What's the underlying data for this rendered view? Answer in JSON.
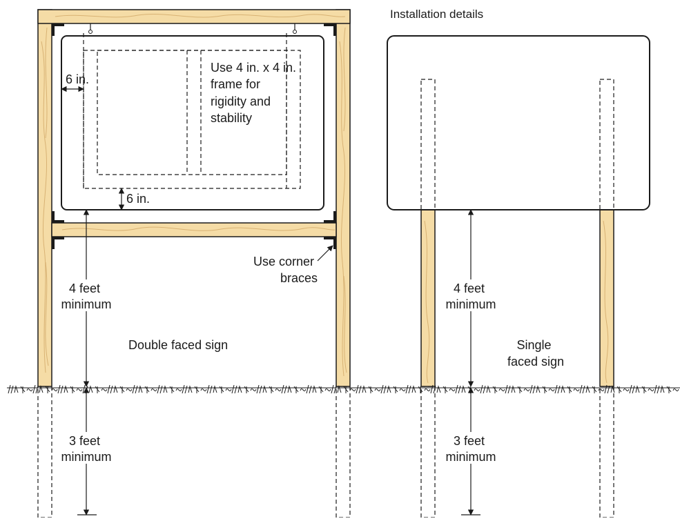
{
  "title": "Installation details",
  "double_sign": {
    "caption": "Double faced sign",
    "side_offset": "6 in.",
    "bottom_offset": "6 in.",
    "frame_note": [
      "Use 4 in. x 4 in.",
      "frame for",
      "rigidity and",
      "stability"
    ],
    "corner_note": [
      "Use corner",
      "braces"
    ],
    "above_ground": [
      "4 feet",
      "minimum"
    ],
    "below_ground": [
      "3 feet",
      "minimum"
    ]
  },
  "single_sign": {
    "caption": [
      "Single",
      "faced sign"
    ],
    "above_ground": [
      "4 feet",
      "minimum"
    ],
    "below_ground": [
      "3 feet",
      "minimum"
    ]
  },
  "colors": {
    "wood": "#f5dca6",
    "grain": "#d8b274",
    "line": "#1a1a1a"
  }
}
